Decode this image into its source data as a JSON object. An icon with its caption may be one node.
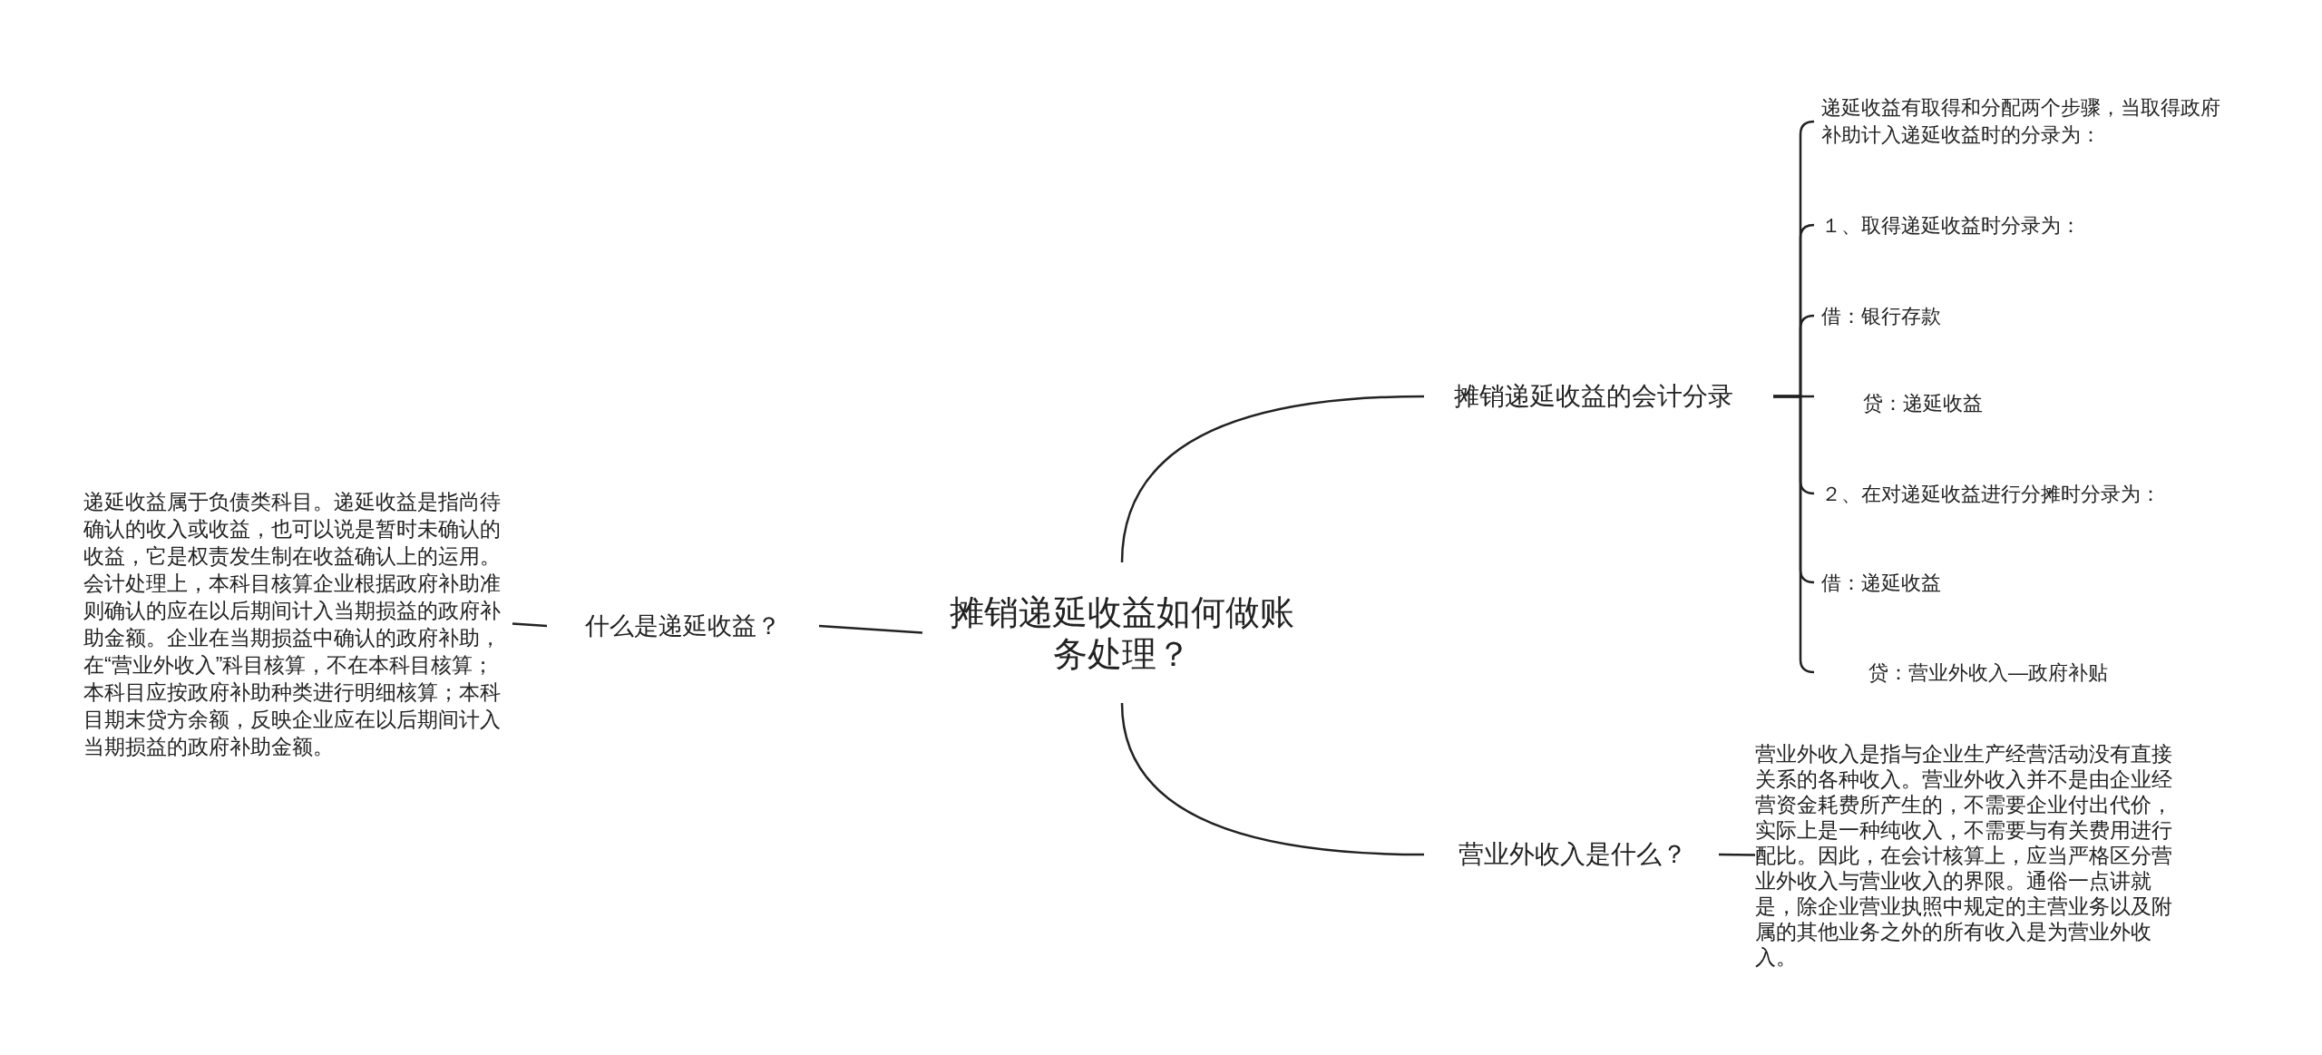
{
  "diagram": {
    "nodes": [
      {
        "text": [
          "摊销递延收益如何做账务处理？"
        ]
      },
      {
        "text": [
          "什么是递延收益？"
        ]
      },
      {
        "text": [
          "递延收益属于负债类科目。递延收益是指尚待确认的收入或收益，也可以说是暂时未确认的收益，它是权责发生制在收益确认上的运用。会计处理上，本科目核算企业根据政府补助准则确认的应在以后期间计入当期损益的政府补助金额。企业在当期损益中确认的政府补助，在“营业外收入”科目核算，不在本科目核算；本科目应按政府补助种类进行明细核算；本科目期末贷方余额，反映企业应在以后期间计入当期损益的政府补助金额。"
        ]
      },
      {
        "text": [
          "摊销递延收益的会计分录"
        ]
      },
      {
        "text": [
          "递延收益有取得和分配两个步骤，当取得政府补助计入递延收益时的分录为："
        ]
      },
      {
        "text": [
          "１、取得递延收益时分录为："
        ]
      },
      {
        "text": [
          "借：银行存款"
        ]
      },
      {
        "text": [
          "贷：递延收益"
        ]
      },
      {
        "text": [
          "２、在对递延收益进行分摊时分录为："
        ]
      },
      {
        "text": [
          "借：递延收益"
        ]
      },
      {
        "text": [
          "贷：营业外收入—政府补贴"
        ]
      },
      {
        "text": [
          "营业外收入是什么？"
        ]
      },
      {
        "text": [
          "营业外收入是指与企业生产经营活动没有直接关系的各种收入。营业外收入并不是由企业经营资金耗费所产生的，不需要企业付出代价，实际上是一种纯收入，不需要与有关费用进行配比。因此，在会计核算上，应当严格区分营业外收入与营业收入的界限。通俗一点讲就是，除企业营业执照中规定的主营业务以及附属的其他业务之外的所有收入是为营业外收入。"
        ]
      }
    ],
    "edges": [
      {
        "from": 0,
        "to": 1,
        "arrow": "none"
      },
      {
        "from": 1,
        "to": 2,
        "arrow": "none"
      },
      {
        "from": 0,
        "to": 3,
        "arrow": "none"
      },
      {
        "from": 3,
        "to": 4,
        "arrow": "none"
      },
      {
        "from": 3,
        "to": 5,
        "arrow": "none"
      },
      {
        "from": 3,
        "to": 6,
        "arrow": "none"
      },
      {
        "from": 3,
        "to": 7,
        "arrow": "none"
      },
      {
        "from": 3,
        "to": 8,
        "arrow": "none"
      },
      {
        "from": 3,
        "to": 9,
        "arrow": "none"
      },
      {
        "from": 3,
        "to": 10,
        "arrow": "none"
      },
      {
        "from": 0,
        "to": 11,
        "arrow": "none"
      },
      {
        "from": 11,
        "to": 12,
        "arrow": "none"
      }
    ]
  }
}
